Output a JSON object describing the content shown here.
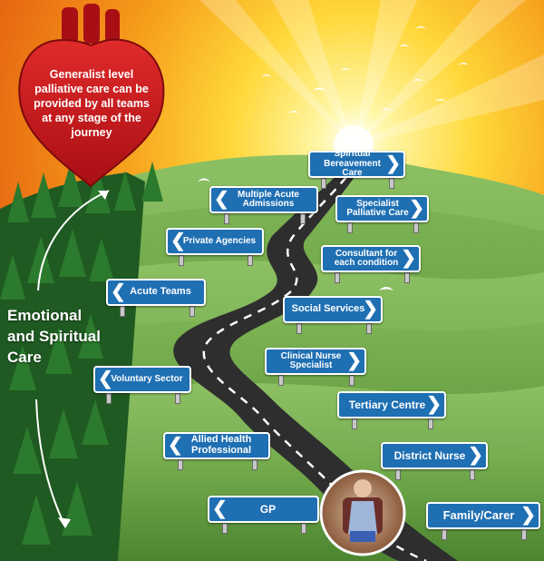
{
  "heart": {
    "text": "Generalist level palliative care can be provided by all teams at any stage of the journey"
  },
  "side_label": {
    "text": "Emotional and Spiritual Care"
  },
  "signs": [
    {
      "id": "spiritual-bereavement-care",
      "label": "Spiritual Bereavement Care"
    },
    {
      "id": "multiple-acute-admissions",
      "label": "Multiple Acute Admissions"
    },
    {
      "id": "specialist-palliative-care",
      "label": "Specialist Palliative Care"
    },
    {
      "id": "private-agencies",
      "label": "Private Agencies"
    },
    {
      "id": "consultant-for-each-condition",
      "label": "Consultant for each condition"
    },
    {
      "id": "acute-teams",
      "label": "Acute Teams"
    },
    {
      "id": "social-services",
      "label": "Social Services"
    },
    {
      "id": "clinical-nurse-specialist",
      "label": "Clinical Nurse Specialist"
    },
    {
      "id": "voluntary-sector",
      "label": "Voluntary Sector"
    },
    {
      "id": "tertiary-centre",
      "label": "Tertiary Centre"
    },
    {
      "id": "allied-health-professional",
      "label": "Allied Health Professional"
    },
    {
      "id": "district-nurse",
      "label": "District Nurse"
    },
    {
      "id": "gp",
      "label": "GP"
    },
    {
      "id": "family-carer",
      "label": "Family/Carer"
    }
  ],
  "colors": {
    "sign": "#1f6fb3",
    "heart": "#c8161d",
    "sky_top": "#e45a10",
    "sky_glow": "#ffd83a",
    "hill": "#5e9a3e"
  }
}
